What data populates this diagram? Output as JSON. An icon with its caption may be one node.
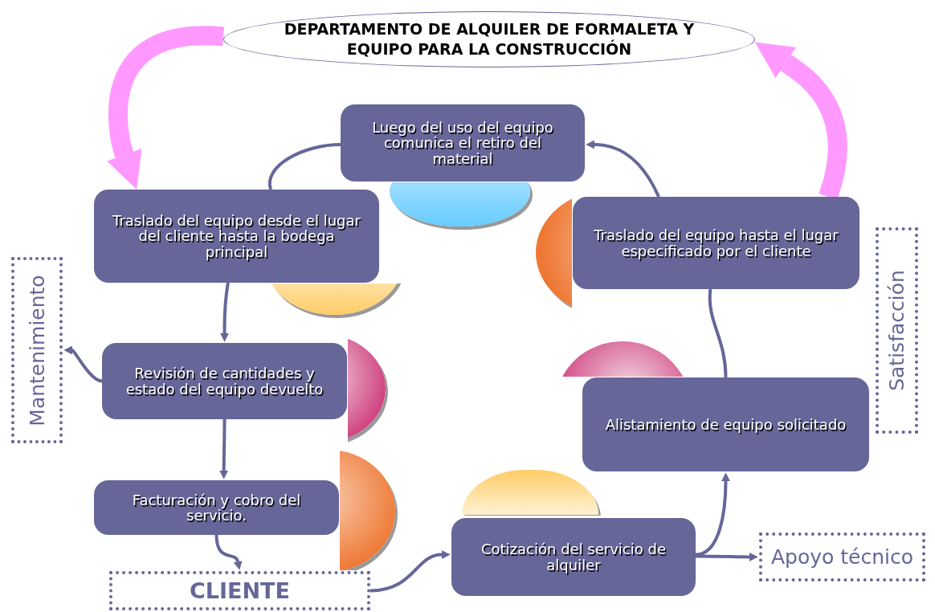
{
  "diagram": {
    "nodes": [
      {
        "text": [
          "DEPARTAMENTO DE ALQUILER DE FORMALETA Y EQUIPO PARA LA CONSTRUCCIÓN"
        ]
      },
      {
        "text": [
          "Luego del uso del equipo comunica el retiro del material"
        ]
      },
      {
        "text": [
          "Traslado del equipo desde el lugar del cliente hasta la bodega principal"
        ]
      },
      {
        "text": [
          "Traslado del equipo hasta el lugar especificado por el cliente"
        ]
      },
      {
        "text": [
          "Mantenimiento"
        ]
      },
      {
        "text": [
          "Revisión de cantidades y estado del equipo devuelto"
        ]
      },
      {
        "text": [
          "Satisfacción"
        ]
      },
      {
        "text": [
          "Alistamiento de equipo solicitado"
        ]
      },
      {
        "text": [
          "Facturación y cobro del servicio."
        ]
      },
      {
        "text": [
          "Cotización del servicio de alquiler"
        ]
      },
      {
        "text": [
          "Apoyo técnico"
        ]
      },
      {
        "text": [
          "CLIENTE"
        ]
      },
      {
        "text": [],
        "shape": "circle"
      },
      {
        "text": [],
        "shape": "circle"
      },
      {
        "text": [],
        "shape": "circle"
      },
      {
        "text": [],
        "shape": "circle"
      },
      {
        "text": [],
        "shape": "circle"
      },
      {
        "text": [],
        "shape": "circle"
      },
      {
        "text": [],
        "shape": "circle"
      }
    ],
    "edges": [
      {
        "from": 11,
        "to": 9,
        "arrow": "to"
      },
      {
        "from": 9,
        "to": 7,
        "arrow": "to"
      },
      {
        "from": 9,
        "to": 10,
        "arrow": "to"
      },
      {
        "from": 7,
        "to": 3,
        "arrow": "none"
      },
      {
        "from": 3,
        "to": 1,
        "arrow": "to"
      },
      {
        "from": 1,
        "to": 2,
        "arrow": "none"
      },
      {
        "from": 2,
        "to": 5,
        "arrow": "to"
      },
      {
        "from": 5,
        "to": 4,
        "arrow": "to"
      },
      {
        "from": 5,
        "to": 8,
        "arrow": "to"
      },
      {
        "from": 8,
        "to": 11,
        "arrow": "to"
      },
      {
        "from": 0,
        "to": 2,
        "arrow": "to",
        "style": "thick",
        "color": "#ff99ff"
      },
      {
        "from": 3,
        "to": 0,
        "arrow": "to",
        "style": "thick",
        "color": "#ff99ff"
      }
    ]
  }
}
